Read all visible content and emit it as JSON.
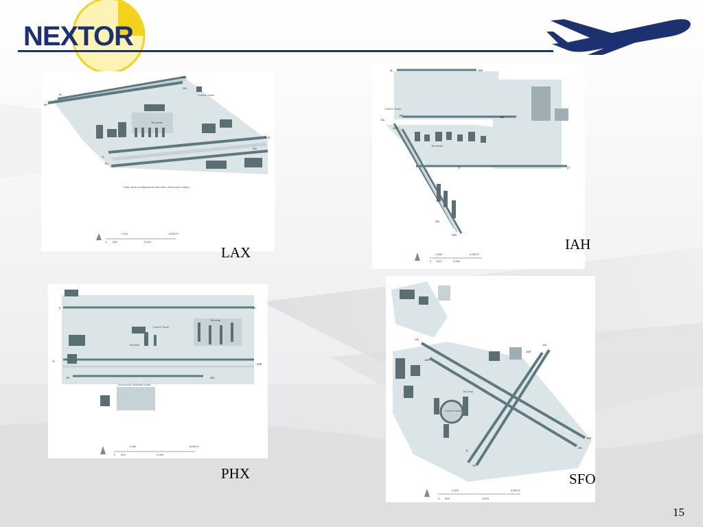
{
  "header": {
    "logo_text": "NEXTOR",
    "colors": {
      "navy": "#1d3070",
      "gold": "#f3d21c",
      "gold_light": "#fdf3b5"
    }
  },
  "airports": [
    {
      "code": "LAX",
      "runways": [
        "24R",
        "24L",
        "6L",
        "6R",
        "25R",
        "25L",
        "7L",
        "7R"
      ],
      "labels": {
        "tower": "Control Tower",
        "terminals": "Terminals"
      },
      "note": "Note: Area configurations has been reduced for clarity",
      "scale": {
        "ticks": [
          "0",
          "500",
          "1,000",
          "3,000",
          "5,000 ft"
        ]
      }
    },
    {
      "code": "IAH",
      "runways": [
        "8L",
        "26R",
        "8R",
        "26L",
        "15L",
        "15R",
        "33L",
        "33R",
        "9",
        "27"
      ],
      "labels": {
        "tower": "Control Tower",
        "terminals": "Terminals"
      },
      "scale": {
        "ticks": [
          "0",
          "500",
          "1,000",
          "3,000",
          "5,000 ft"
        ]
      }
    },
    {
      "code": "PHX",
      "runways": [
        "8",
        "26",
        "7L",
        "25R",
        "7R",
        "25L"
      ],
      "labels": {
        "tower": "Control Tower",
        "terminal_1": "Terminal",
        "terminal_2": "Terminal",
        "guard": "Arizona Air National Guard"
      },
      "scale": {
        "ticks": [
          "0",
          "500",
          "1,000",
          "3,000",
          "5,000 ft"
        ]
      }
    },
    {
      "code": "SFO",
      "runways": [
        "10L",
        "10R",
        "19R",
        "19L",
        "28R",
        "28L",
        "1L",
        "1R"
      ],
      "labels": {
        "tower": "Control Tower",
        "terminal": "Terminal"
      },
      "scale": {
        "ticks": [
          "0",
          "500",
          "1,000",
          "3,000",
          "5,000 ft"
        ]
      }
    }
  ],
  "footer": {
    "page_number": "15"
  },
  "colors": {
    "runway": "#5c7a80",
    "apron": "#dbe5e8",
    "building": "#5a6e74",
    "taxi": "#c6d2d6"
  }
}
